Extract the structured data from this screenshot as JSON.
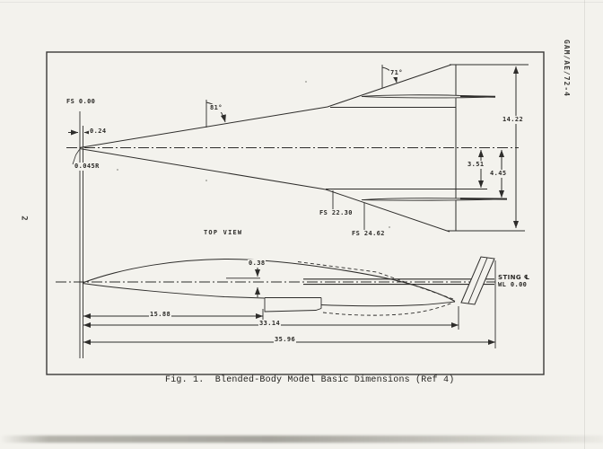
{
  "page": {
    "doc_ref": "GAM/AE/72-4",
    "page_number": "2",
    "caption": "Fig. 1.  Blended-Body Model Basic Dimensions (Ref 4)"
  },
  "figure": {
    "top_view": {
      "title": "TOP VIEW",
      "labels": {
        "fs_nose": "FS 0.00",
        "nose_offset": "0.24",
        "nose_radius": "0.045R",
        "inboard_sweep": "81°",
        "outboard_sweep": "71°",
        "full_span": "14.22",
        "inner_halfspan": "3.51",
        "fin_halfspan": "4.45",
        "fs_le_break": "FS 22.30",
        "fs_fin": "FS 24.62"
      }
    },
    "side_view": {
      "labels": {
        "ref_offset": "0.38",
        "sting_centerline": "STING ℄",
        "waterline": "WL 0.00",
        "len_nose_section": "15.88",
        "len_body": "33.14",
        "len_overall": "35.96"
      }
    }
  }
}
